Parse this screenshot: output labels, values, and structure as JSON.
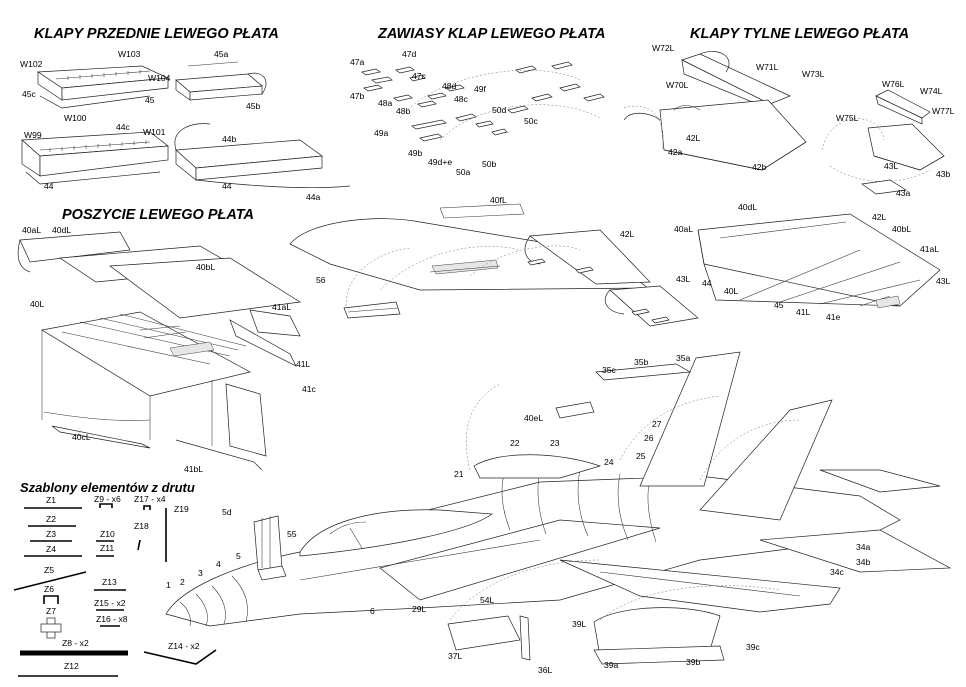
{
  "headings": {
    "front_flaps": "KLAPY PRZEDNIE LEWEGO PŁATA",
    "hinges": "ZAWIASY KLAP LEWEGO PŁATA",
    "rear_flaps": "KLAPY TYLNE LEWEGO PŁATA",
    "skin": "POSZYCIE LEWEGO PŁATA",
    "wire_templates": "Szablony elementów z drutu"
  },
  "front_flap_labels": {
    "w102": "W102",
    "w103": "W103",
    "w104": "W104",
    "l45c": "45c",
    "l45": "45",
    "l45a": "45a",
    "l45b": "45b",
    "w99": "W99",
    "w100": "W100",
    "l44c": "44c",
    "w101": "W101",
    "l44": "44",
    "l44b": "44b",
    "l44_2": "44",
    "l44a": "44a"
  },
  "hinge_labels": {
    "l47a": "47a",
    "l47d": "47d",
    "l47c": "47c",
    "l47b": "47b",
    "l48a": "48a",
    "l48d": "48d",
    "l48b": "48b",
    "l48c": "48c",
    "l49f": "49f",
    "l50d": "50d",
    "l50c": "50c",
    "l49a": "49a",
    "l49b": "49b",
    "l49de": "49d+e",
    "l50a": "50a",
    "l50b": "50b"
  },
  "rear_flap_labels": {
    "w72l": "W72L",
    "w71l": "W71L",
    "w70l": "W70L",
    "w73l": "W73L",
    "l42l": "42L",
    "l42a": "42a",
    "l42b": "42b",
    "w76l": "W76L",
    "w74l": "W74L",
    "w75l": "W75L",
    "w77l": "W77L",
    "l43l": "43L",
    "l43b": "43b",
    "l43a": "43a"
  },
  "skin_labels": {
    "l40al": "40aL",
    "l40dl": "40dL",
    "l40bl": "40bL",
    "l40l": "40L",
    "l41al": "41aL",
    "l41l": "41L",
    "l41c": "41c",
    "l40cl": "40cL",
    "l41bl": "41bL"
  },
  "wing_center_labels": {
    "l40fl": "40fL",
    "l42l": "42L",
    "l56": "56",
    "l43l": "43L"
  },
  "wing_right_labels": {
    "l40dl": "40dL",
    "l42l": "42L",
    "l40al": "40aL",
    "l40bl": "40bL",
    "l44": "44",
    "l40l": "40L",
    "l41al": "41aL",
    "l43l": "43L",
    "l45": "45",
    "l41l": "41L",
    "l41e": "41e"
  },
  "aircraft_labels": {
    "l35c": "35c",
    "l35b": "35b",
    "l35a": "35a",
    "l40el": "40eL",
    "l27": "27",
    "l26": "26",
    "l22": "22",
    "l23": "23",
    "l25": "25",
    "l24": "24",
    "l21": "21",
    "l5d": "5d",
    "l55": "55",
    "l5": "5",
    "l4": "4",
    "l3": "3",
    "l2": "2",
    "l1": "1",
    "l6": "6",
    "l29l": "29L",
    "l54l": "54L",
    "l37l": "37L",
    "l36l": "36L",
    "l39l": "39L",
    "l39c": "39c",
    "l39a": "39a",
    "l39b": "39b",
    "l34a": "34a",
    "l34b": "34b",
    "l34c": "34c"
  },
  "wire_labels": {
    "z1": "Z1",
    "z2": "Z2",
    "z3": "Z3",
    "z4": "Z4",
    "z5": "Z5",
    "z6": "Z6",
    "z7": "Z7",
    "z8": "Z8 - x2",
    "z9": "Z9 - x6",
    "z10": "Z10",
    "z11": "Z11",
    "z12": "Z12",
    "z13": "Z13",
    "z14": "Z14 - x2",
    "z15": "Z15 - x2",
    "z16": "Z16 - x8",
    "z17": "Z17 - x4",
    "z18": "Z18",
    "z19": "Z19"
  }
}
